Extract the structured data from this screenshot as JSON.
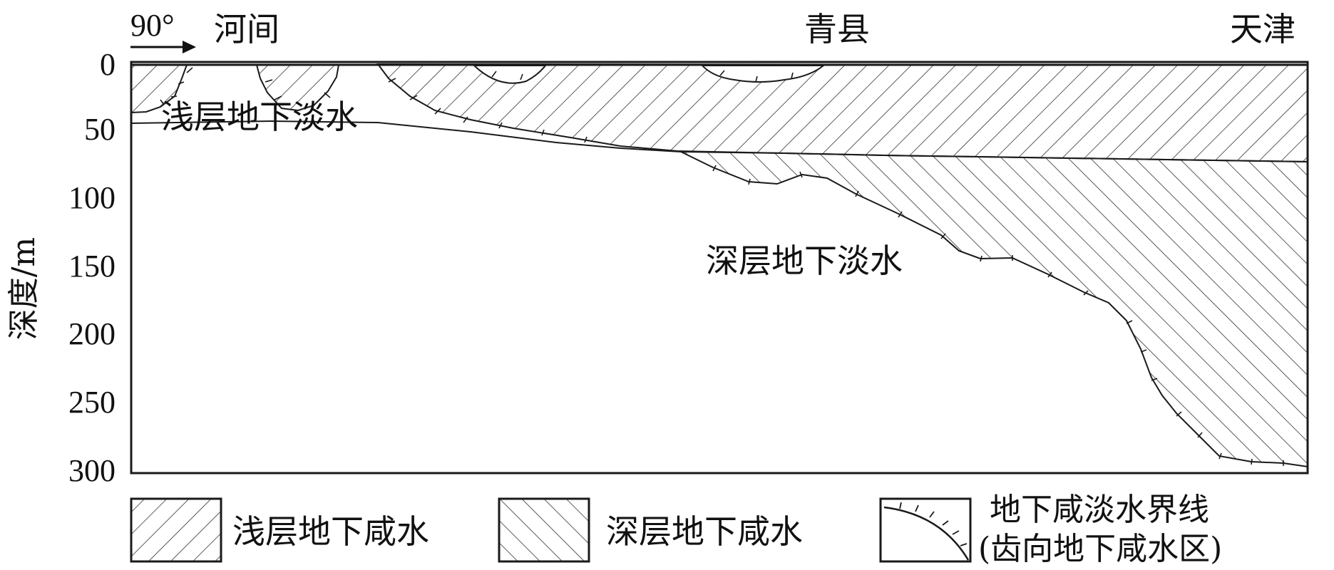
{
  "header": {
    "direction_label": "90°",
    "places": [
      "河间",
      "青县",
      "天津"
    ]
  },
  "y_axis": {
    "label": "深度/m",
    "ticks": [
      "0",
      "50",
      "100",
      "150",
      "200",
      "250",
      "300"
    ]
  },
  "regions": {
    "shallow_fresh": "浅层地下淡水",
    "deep_fresh": "深层地下淡水"
  },
  "legend": {
    "shallow_saline": "浅层地下咸水",
    "deep_saline": "深层地下咸水",
    "boundary_line1": "地下咸淡水界线",
    "boundary_line2": "(齿向地下咸水区)"
  },
  "colors": {
    "line": "#1a1a1a",
    "hatch": "#333333",
    "background": "#ffffff"
  }
}
